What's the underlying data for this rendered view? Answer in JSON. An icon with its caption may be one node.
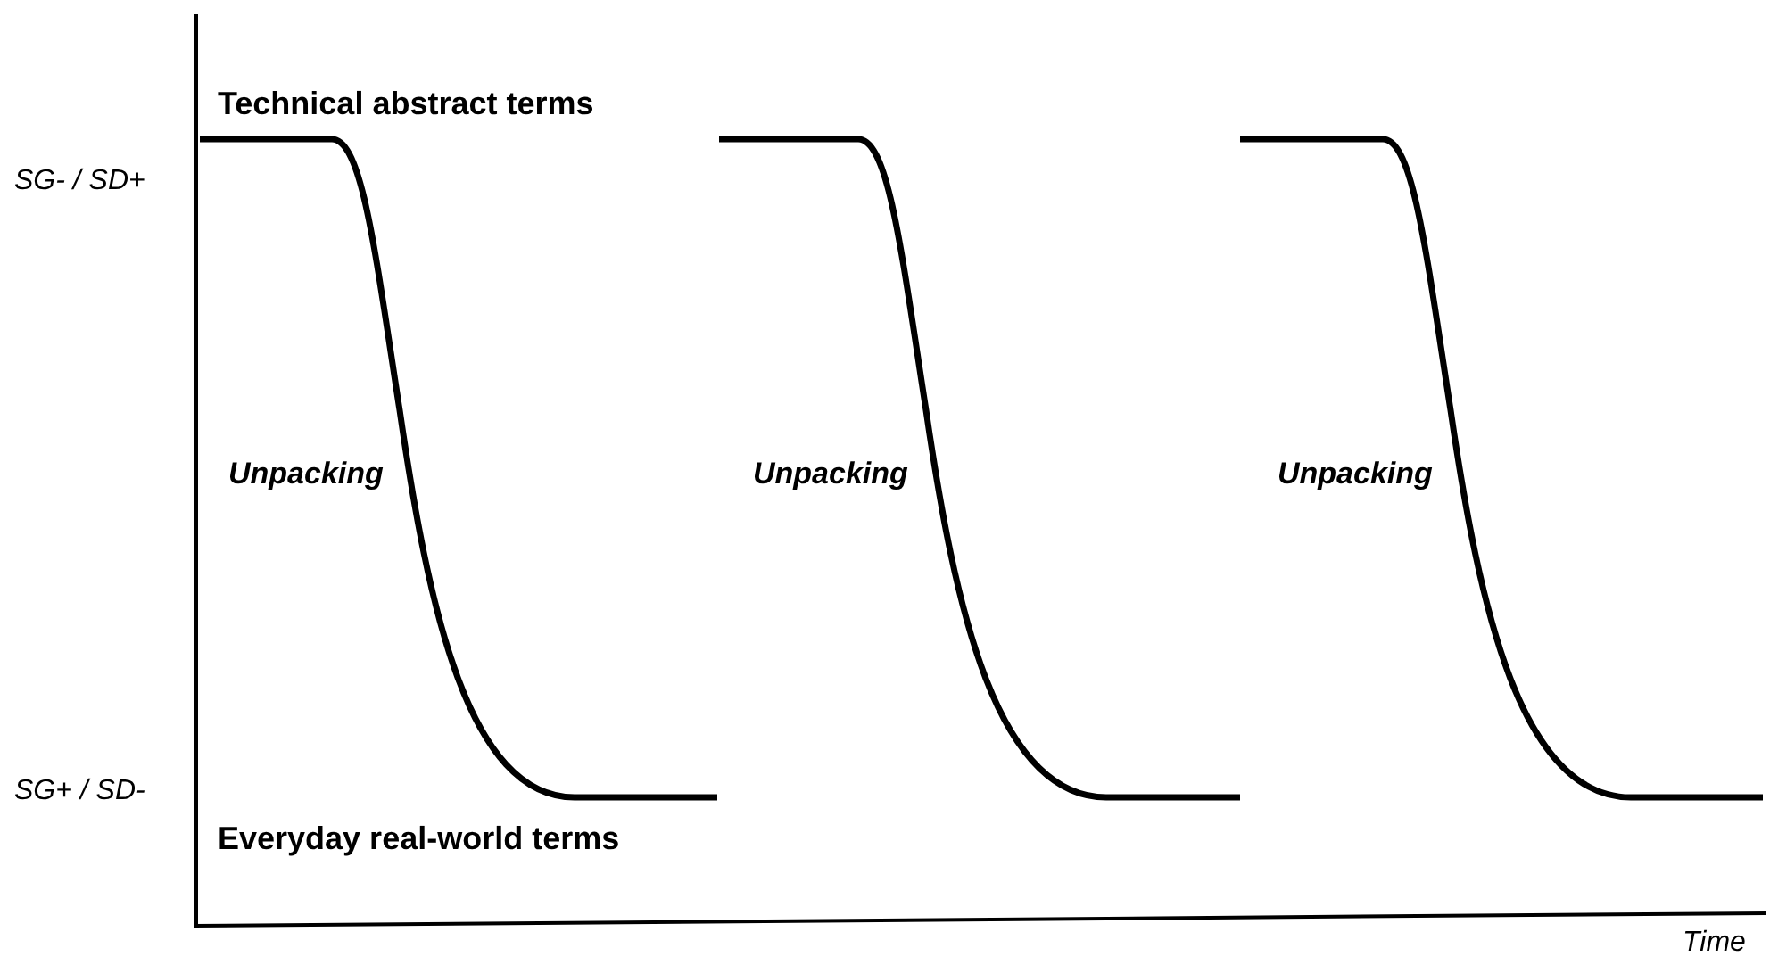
{
  "diagram": {
    "labels": [
      "Technical abstract terms",
      "SG- / SD+",
      "Unpacking",
      "Unpacking",
      "Unpacking",
      "SG+ / SD-",
      "Everyday real-world terms",
      "Time"
    ]
  }
}
